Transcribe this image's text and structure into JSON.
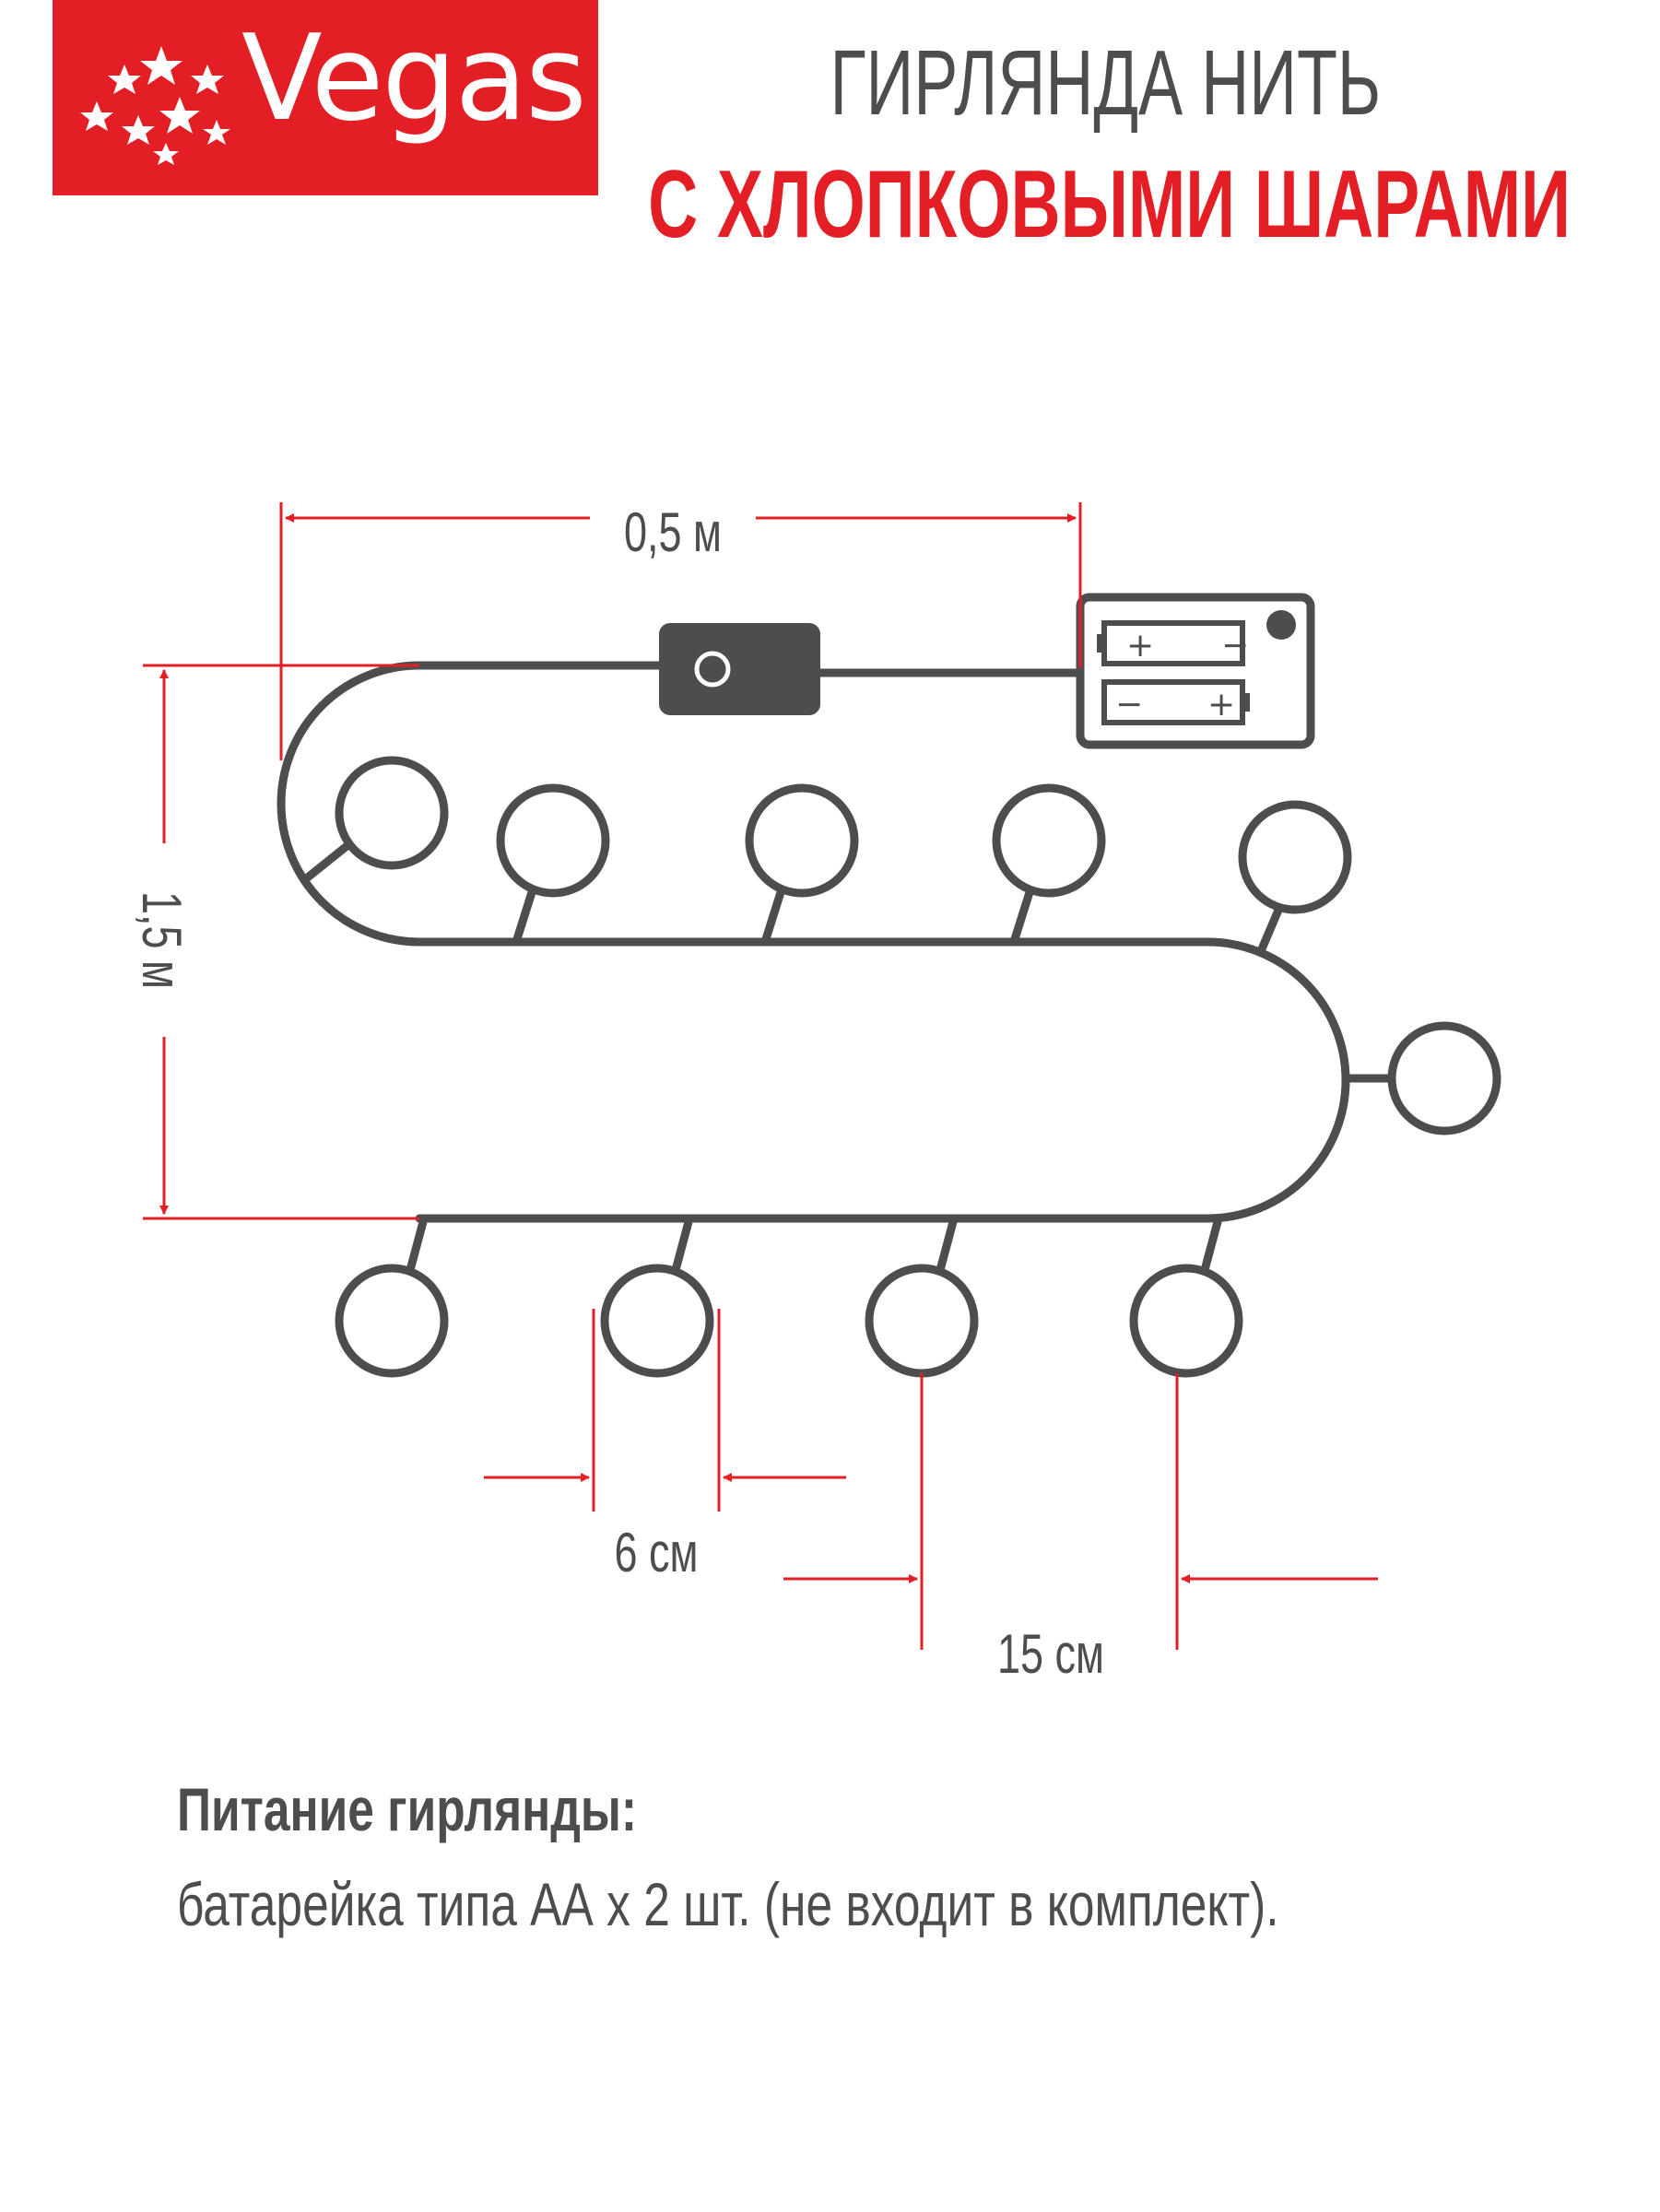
{
  "brand": {
    "name": "Vegas",
    "brand_color": "#e31e24"
  },
  "title": {
    "line1": "ГИРЛЯНДА НИТЬ",
    "line2": "С ХЛОПКОВЫМИ ШАРАМИ"
  },
  "diagram": {
    "switch_lead_length": "0,5 м",
    "garland_length": "1,5 м",
    "ball_diameter": "6 см",
    "ball_spacing": "15 см",
    "battery_top_plus": "+",
    "battery_top_minus": "−",
    "battery_bottom_minus": "−",
    "battery_bottom_plus": "+",
    "line_color": "#4d4d4d",
    "dimension_color": "#e31e24"
  },
  "power": {
    "title": "Питание гирлянды:",
    "text": "батарейка типа АА х 2 шт. (не входит в комплект)."
  }
}
